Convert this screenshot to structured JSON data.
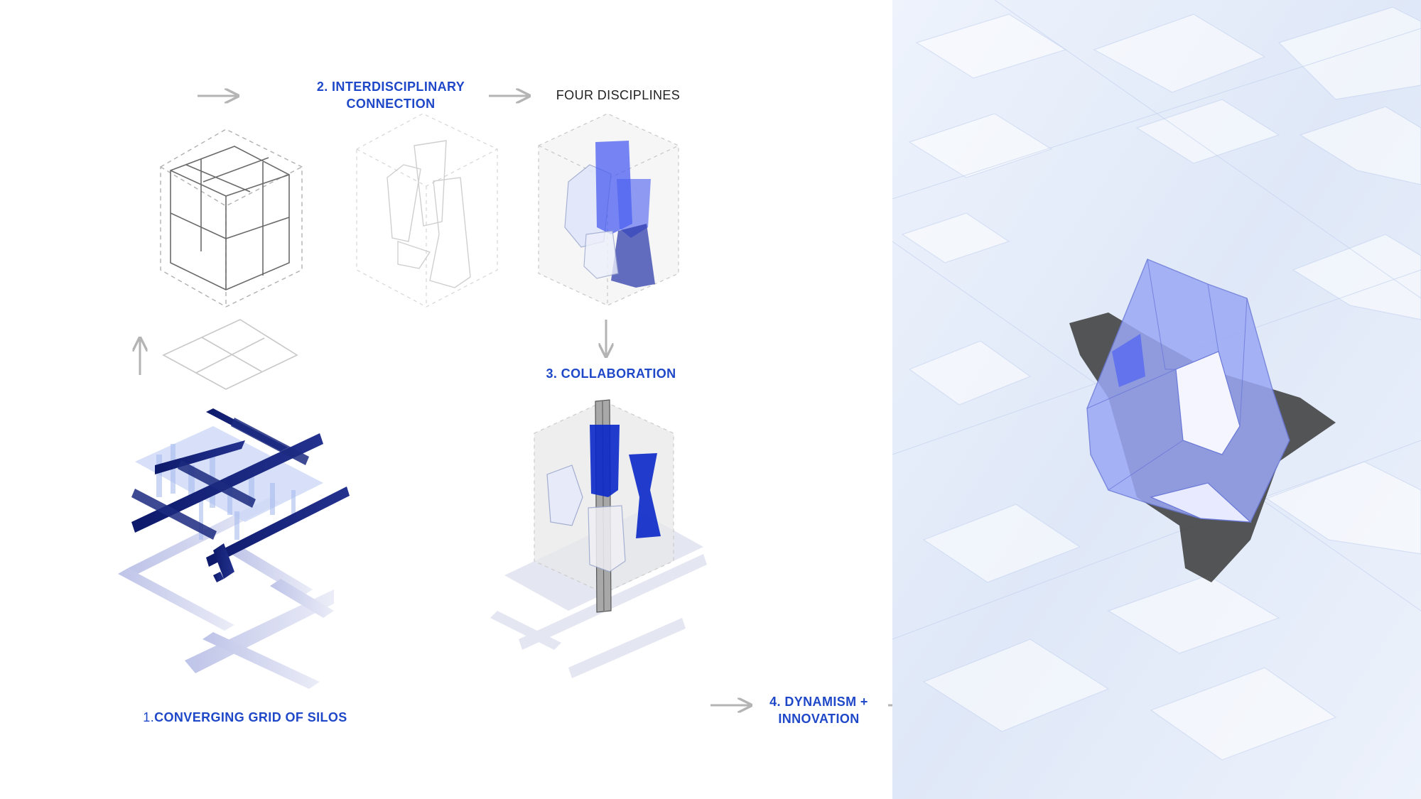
{
  "labels": {
    "step1": {
      "number": "1.",
      "text": "CONVERGING GRID OF SILOS"
    },
    "step2": {
      "line1": "2. INTERDISCIPLINARY",
      "line2": "CONNECTION"
    },
    "four_disciplines": "FOUR DISCIPLINES",
    "step3": "3. COLLABORATION",
    "step4": {
      "line1": "4. DYNAMISM +",
      "line2": "INNOVATION"
    }
  },
  "colors": {
    "accent_blue": "#1f48c8",
    "deep_blue": "#0a28c8",
    "light_blue": "#c9d6f5",
    "arrow_gray": "#b4b4b4",
    "city_tint": "#e6edf9"
  }
}
